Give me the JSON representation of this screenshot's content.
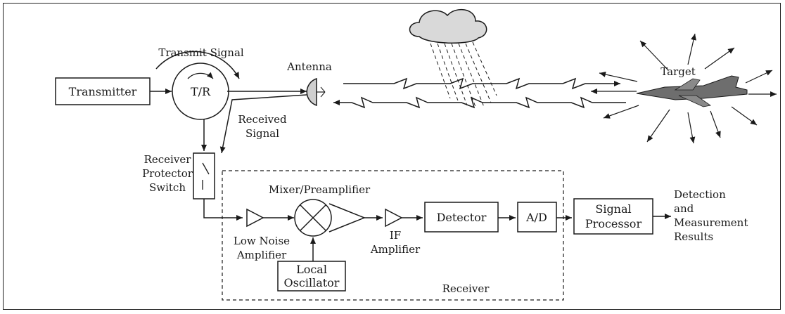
{
  "blocks": {
    "transmitter": "Transmitter",
    "tr_switch": "T/R",
    "detector": "Detector",
    "adc": "A/D",
    "signal_processor": [
      "Signal",
      "Processor"
    ],
    "local_oscillator": [
      "Local",
      "Oscillator"
    ]
  },
  "labels": {
    "transmit_signal": "Transmit Signal",
    "antenna": "Antenna",
    "target": "Target",
    "received_signal": [
      "Received",
      "Signal"
    ],
    "receiver_protector_switch": [
      "Receiver",
      "Protector",
      "Switch"
    ],
    "mixer_preamplifier": "Mixer/Preamplifier",
    "low_noise_amplifier": [
      "Low Noise",
      "Amplifier"
    ],
    "if_amplifier": [
      "IF",
      "Amplifier"
    ],
    "detection_results": [
      "Detection",
      "and",
      "Measurement",
      "Results"
    ],
    "receiver": "Receiver"
  },
  "colors": {
    "line": "#1a1a1a",
    "cloud_fill": "#d9d9d9",
    "aircraft_fill": "#6e6e6e",
    "background": "#ffffff"
  }
}
